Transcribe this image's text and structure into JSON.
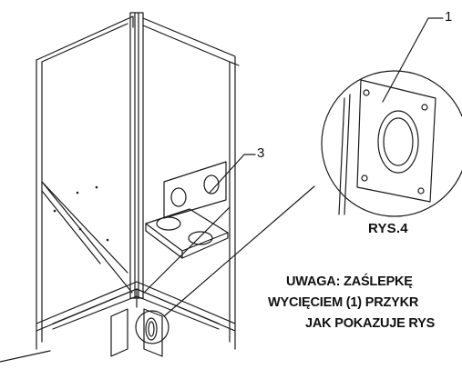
{
  "callouts": {
    "label_1": "1",
    "label_3": "3"
  },
  "detail": {
    "title": "RYS.4"
  },
  "note": {
    "line_1": "UWAGA: ZAŚLEPKĘ",
    "line_2": "WYCIĘCIEM (1) PRZYKR",
    "line_3": "JAK POKAZUJE RYS"
  },
  "colors": {
    "line": "#1a1a1a",
    "background": "#ffffff"
  }
}
